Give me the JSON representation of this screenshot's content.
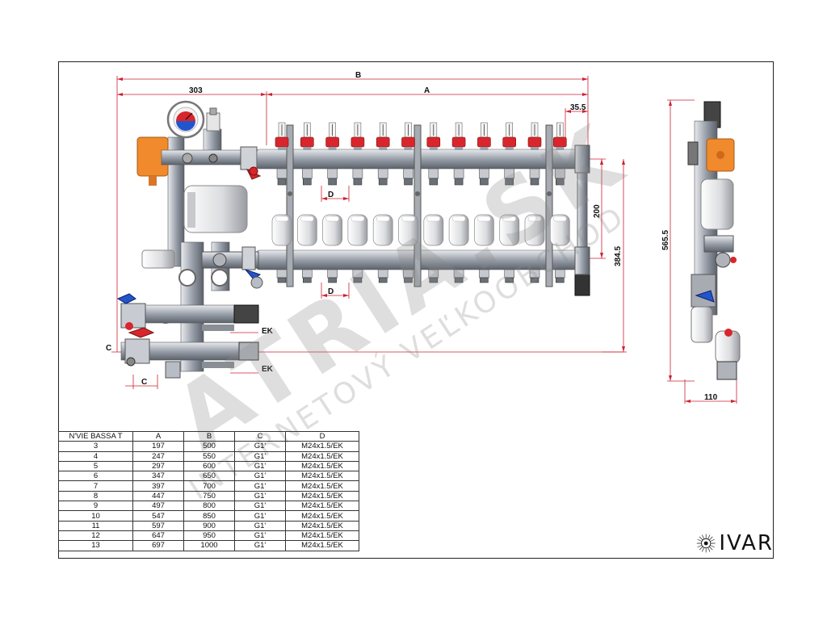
{
  "dimensions": {
    "B": "B",
    "A": "A",
    "d303": "303",
    "d35_5": "35.5",
    "d200": "200",
    "d384_5": "384.5",
    "d565_5": "565.5",
    "d110": "110",
    "D": "D",
    "C": "C",
    "EK": "EK"
  },
  "table": {
    "headers": [
      "N'VIE BASSA T",
      "A",
      "B",
      "C",
      "D"
    ],
    "rows": [
      [
        "3",
        "197",
        "500",
        "G1'",
        "M24x1.5/EK"
      ],
      [
        "4",
        "247",
        "550",
        "G1'",
        "M24x1.5/EK"
      ],
      [
        "5",
        "297",
        "600",
        "G1'",
        "M24x1.5/EK"
      ],
      [
        "6",
        "347",
        "650",
        "G1'",
        "M24x1.5/EK"
      ],
      [
        "7",
        "397",
        "700",
        "G1'",
        "M24x1.5/EK"
      ],
      [
        "8",
        "447",
        "750",
        "G1'",
        "M24x1.5/EK"
      ],
      [
        "9",
        "497",
        "800",
        "G1'",
        "M24x1.5/EK"
      ],
      [
        "10",
        "547",
        "850",
        "G1'",
        "M24x1.5/EK"
      ],
      [
        "11",
        "597",
        "900",
        "G1'",
        "M24x1.5/EK"
      ],
      [
        "12",
        "647",
        "950",
        "G1'",
        "M24x1.5/EK"
      ],
      [
        "13",
        "697",
        "1000",
        "G1'",
        "M24x1.5/EK"
      ]
    ]
  },
  "logo": {
    "text": "IVAR"
  },
  "watermark": {
    "line1": "ATRIA.SK",
    "line2": "INTERNETOVÝ VEĽKOOBCHOD"
  },
  "colors": {
    "dim_line": "#cc2233",
    "pipe": "#b8bcc4",
    "valve_red": "#d8262c",
    "pump_orange": "#f08a2c",
    "handle_blue": "#2255cc"
  }
}
